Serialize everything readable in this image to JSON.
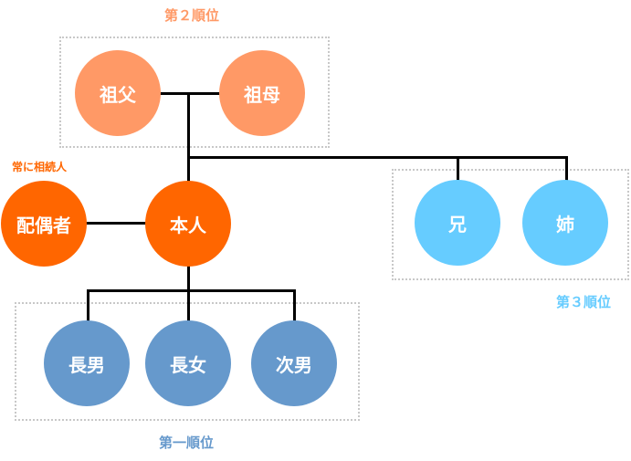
{
  "groups": {
    "second": "第２順位",
    "first": "第一順位",
    "third": "第３順位",
    "spouse_note": "常に相続人"
  },
  "people": {
    "grandfather": "祖父",
    "grandmother": "祖母",
    "spouse": "配偶者",
    "self": "本人",
    "older_brother": "兄",
    "older_sister": "姉",
    "eldest_son": "長男",
    "eldest_daughter": "長女",
    "second_son": "次男"
  },
  "colors": {
    "second_rank": "#ff9966",
    "spouse": "#ff6600",
    "third_rank": "#66ccff",
    "first_rank": "#6699cc",
    "spouse_note": "#ff6600"
  }
}
